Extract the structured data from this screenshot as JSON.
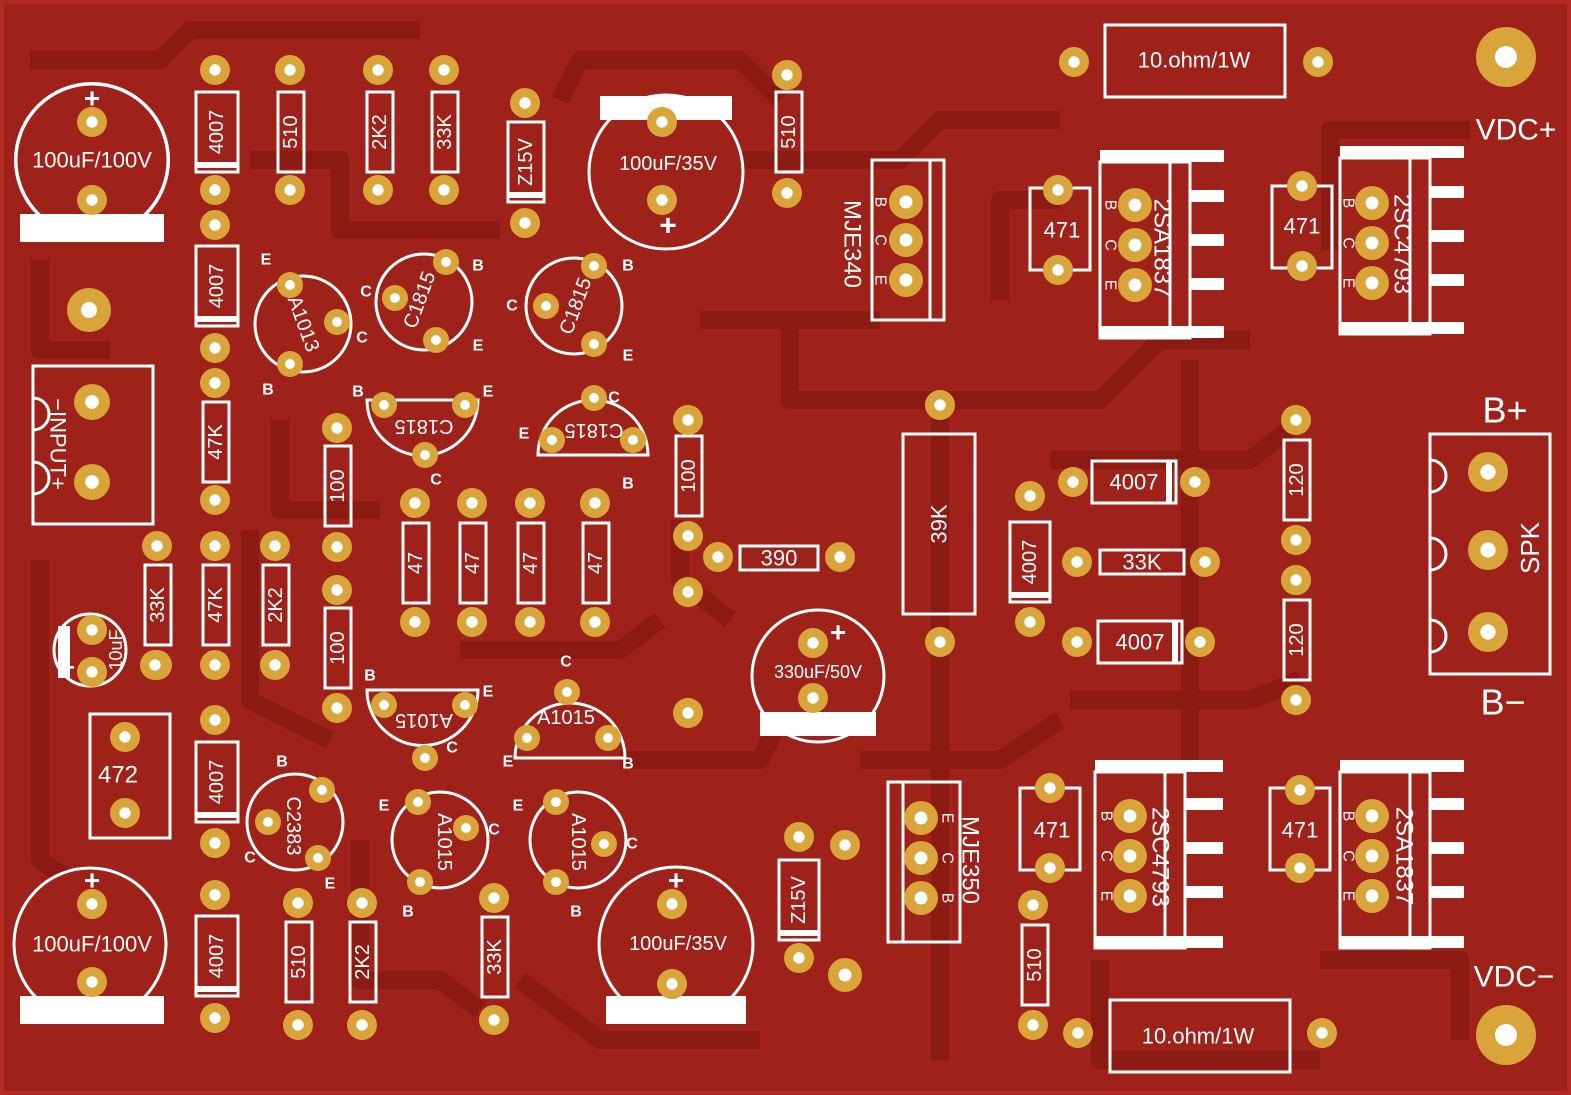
{
  "colors": {
    "board": "#9e2219",
    "trace": "#8a1a12",
    "silk": "#ffffff",
    "pad": "#d9a53a",
    "drill": "#ffffff"
  },
  "labels": {
    "vdc_plus": "VDC+",
    "vdc_minus": "VDC−",
    "b_plus": "B+",
    "b_minus": "B−",
    "spk": "SPK",
    "input": "−INPUT+",
    "sense_res_top": "10.ohm/1W",
    "sense_res_bottom": "10.ohm/1W"
  },
  "capacitors": [
    {
      "value": "100uF/100V",
      "sign": "+"
    },
    {
      "value": "100uF/35V",
      "sign": "+"
    },
    {
      "value": "10uF",
      "sign": "+"
    },
    {
      "value": "330uF/50V",
      "sign": "+"
    },
    {
      "value": "100uF/100V",
      "sign": "+"
    },
    {
      "value": "100uF/35V",
      "sign": "+"
    }
  ],
  "resistors": [
    "4007",
    "510",
    "2K2",
    "33K",
    "Z15V",
    "510",
    "4007",
    "47K",
    "100",
    "100",
    "390",
    "47",
    "47",
    "47",
    "47",
    "33K",
    "47K",
    "2K2",
    "100",
    "4007",
    "4007",
    "510",
    "2K2",
    "33K",
    "Z15V",
    "39K",
    "4007",
    "4007",
    "33K",
    "4007",
    "120",
    "120",
    "472",
    "510"
  ],
  "transistors_small": [
    {
      "name": "A1013",
      "pins": [
        "E",
        "C",
        "B"
      ]
    },
    {
      "name": "C1815",
      "pins": [
        "C",
        "B",
        "E"
      ]
    },
    {
      "name": "C1815",
      "pins": [
        "C",
        "B",
        "E"
      ]
    },
    {
      "name": "C1815",
      "pins": [
        "B",
        "E",
        "C"
      ]
    },
    {
      "name": "C1815",
      "pins": [
        "E",
        "C",
        "B"
      ]
    },
    {
      "name": "A1015",
      "pins": [
        "B",
        "E",
        "C"
      ]
    },
    {
      "name": "A1015",
      "pins": [
        "C",
        "E",
        "B"
      ]
    },
    {
      "name": "C2383",
      "pins": [
        "B",
        "C",
        "E"
      ]
    },
    {
      "name": "A1015",
      "pins": [
        "E",
        "C",
        "B"
      ]
    },
    {
      "name": "A1015",
      "pins": [
        "E",
        "C",
        "B"
      ]
    }
  ],
  "transistors_power": [
    {
      "name": "MJE340",
      "pins": [
        "B",
        "C",
        "E"
      ]
    },
    {
      "name": "2SA1837",
      "pins": [
        "B",
        "C",
        "E"
      ]
    },
    {
      "name": "2SC4793",
      "pins": [
        "B",
        "C",
        "E"
      ]
    },
    {
      "name": "MJE350",
      "pins": [
        "E",
        "C",
        "B"
      ]
    },
    {
      "name": "2SC4793",
      "pins": [
        "B",
        "C",
        "E"
      ]
    },
    {
      "name": "2SA1837",
      "pins": [
        "B",
        "C",
        "E"
      ]
    }
  ],
  "pots": [
    "471",
    "471",
    "471",
    "471"
  ]
}
